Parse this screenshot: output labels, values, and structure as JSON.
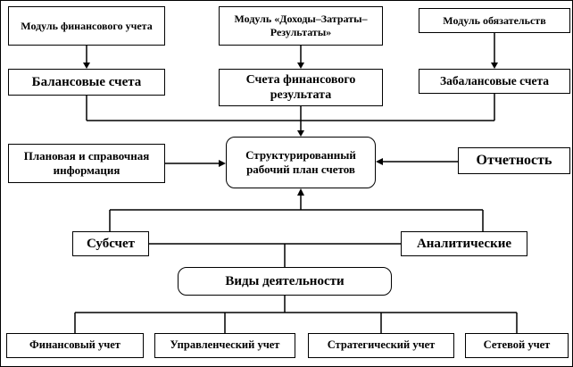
{
  "diagram": {
    "nodes": {
      "module_fin": "Модуль финансового учета",
      "module_dzr": "Модуль «Доходы–Затраты–Результаты»",
      "module_obl": "Модуль обязательств",
      "balance_accounts": "Балансовые счета",
      "finresult_accounts": "Счета финансового результата",
      "offbalance_accounts": "Забалансовые счета",
      "plan_info": "Плановая и справочная информация",
      "central_plan": "Структурированный рабочий план счетов",
      "reporting": "Отчетность",
      "subaccount": "Субсчет",
      "analytical": "Аналитические",
      "activities": "Виды деятельности",
      "fin_uchet": "Финансовый учет",
      "upr_uchet": "Управленческий учет",
      "strat_uchet": "Стратегический учет",
      "set_uchet": "Сетевой учет"
    },
    "colors": {
      "line": "#000000",
      "box_background": "#ffffff",
      "text": "#000000"
    }
  }
}
